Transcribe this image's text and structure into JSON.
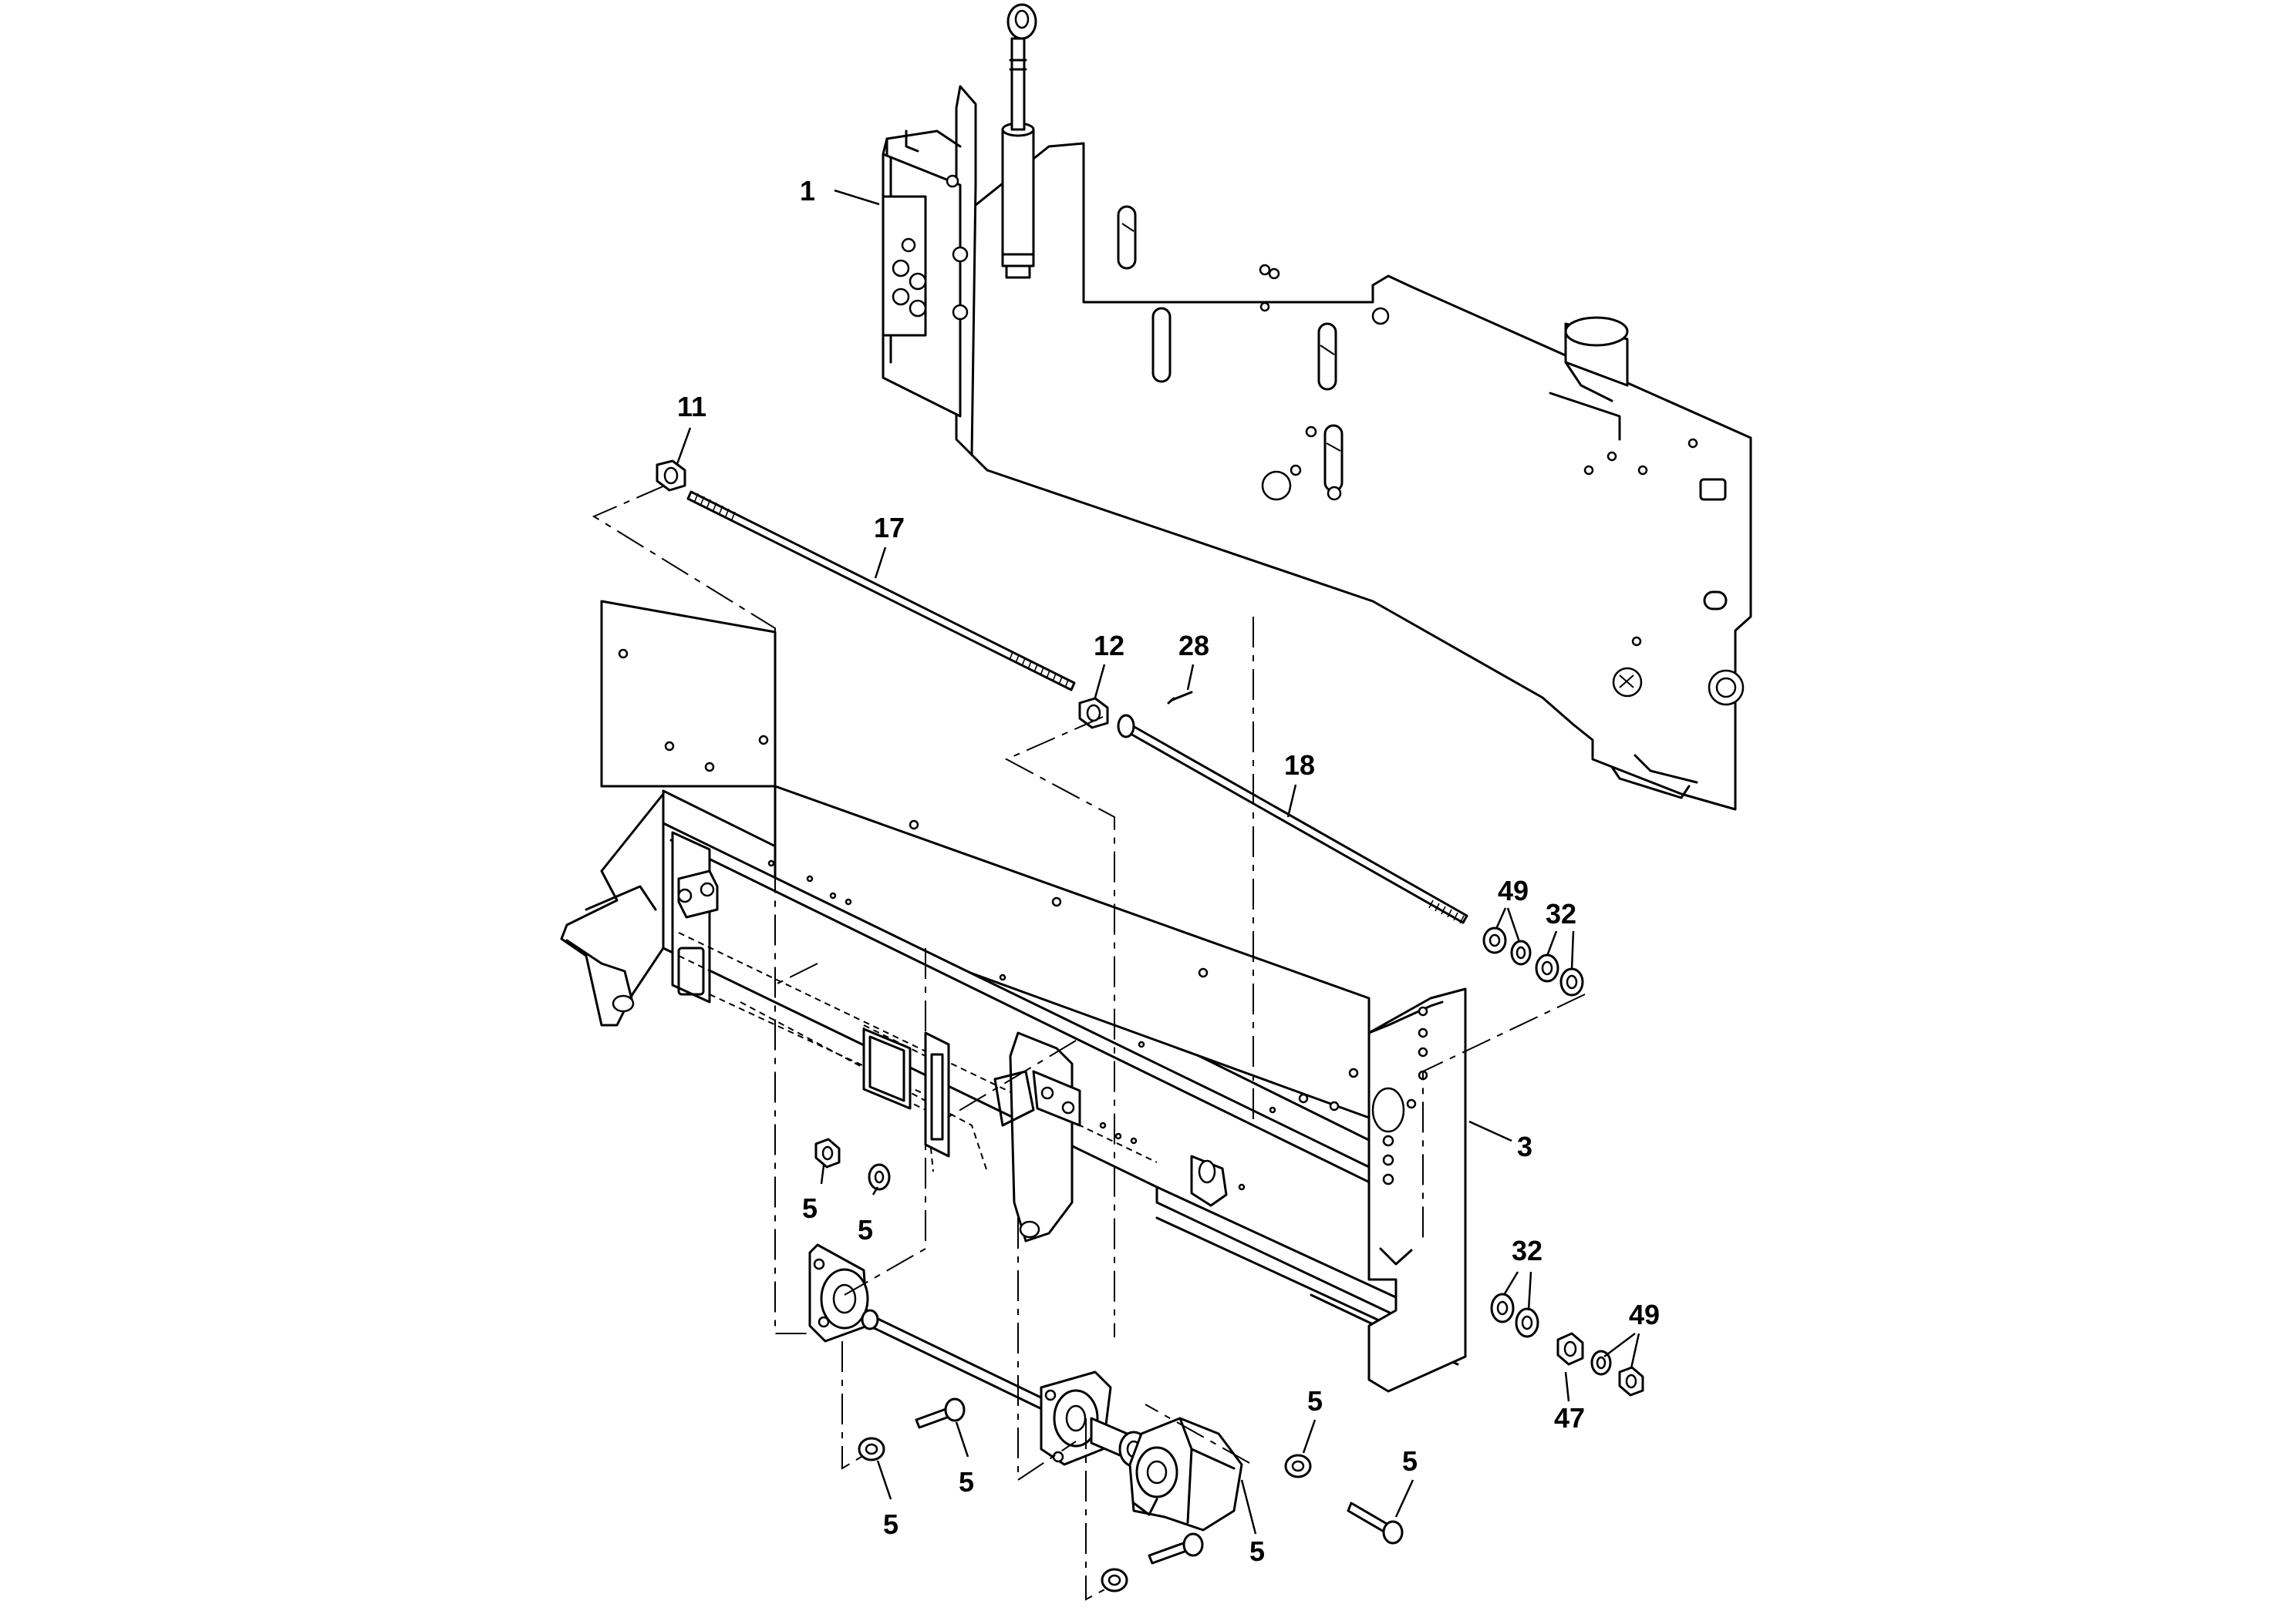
{
  "callouts": {
    "c1": "1",
    "c3": "3",
    "c11": "11",
    "c12": "12",
    "c17": "17",
    "c18": "18",
    "c28": "28",
    "c49a": "49",
    "c32a": "32",
    "c32b": "32",
    "c49b": "49",
    "c47": "47",
    "c5a": "5",
    "c5b": "5",
    "c5c": "5",
    "c5d": "5",
    "c5e": "5",
    "c5f": "5",
    "c5g": "5"
  }
}
